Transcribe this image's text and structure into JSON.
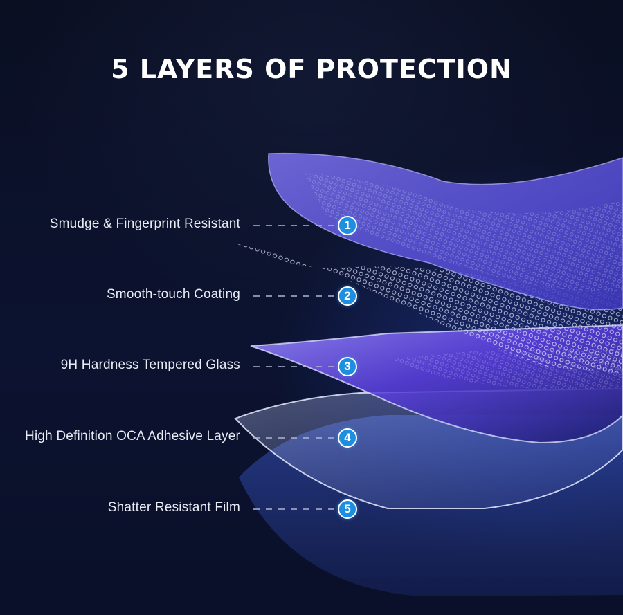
{
  "title": "5 LAYERS OF PROTECTION",
  "layers": [
    {
      "number": "1",
      "label": "Smudge & Fingerprint Resistant"
    },
    {
      "number": "2",
      "label": "Smooth-touch Coating"
    },
    {
      "number": "3",
      "label": "9H Hardness Tempered Glass"
    },
    {
      "number": "4",
      "label": "High Definition OCA Adhesive Layer"
    },
    {
      "number": "5",
      "label": "Shatter Resistant Film"
    }
  ],
  "colors": {
    "background": "#0b1024",
    "accent_badge": "#1e8fe0",
    "layer_purple": "#6a5cff",
    "text": "#e9ecf5"
  }
}
